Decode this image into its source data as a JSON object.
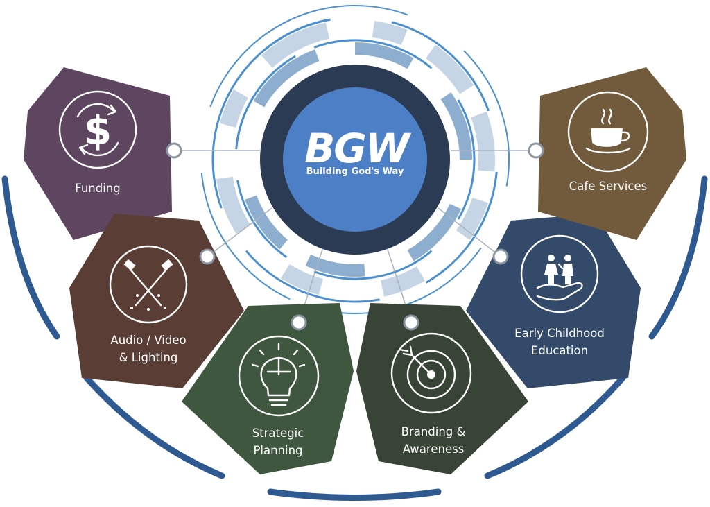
{
  "logo": {
    "text": "BGW",
    "tagline": "Building God's Way"
  },
  "nodes": [
    {
      "id": "funding",
      "label_lines": [
        "Funding"
      ],
      "color": "#5e4560",
      "icon": "dollar-cycle-icon"
    },
    {
      "id": "audio",
      "label_lines": [
        "Audio / Video",
        "& Lighting"
      ],
      "color": "#5a3d35",
      "icon": "spotlights-icon"
    },
    {
      "id": "strategic",
      "label_lines": [
        "Strategic",
        "Planning"
      ],
      "color": "#40573f",
      "icon": "lightbulb-puzzle-icon"
    },
    {
      "id": "branding",
      "label_lines": [
        "Branding &",
        "Awareness"
      ],
      "color": "#384536",
      "icon": "target-arrow-icon"
    },
    {
      "id": "early",
      "label_lines": [
        "Early Childhood",
        "Education"
      ],
      "color": "#334a6b",
      "icon": "children-hand-icon"
    },
    {
      "id": "cafe",
      "label_lines": [
        "Cafe Services"
      ],
      "color": "#725a3c",
      "icon": "coffee-cup-icon"
    }
  ],
  "colors": {
    "arc": "#2f5a91",
    "hub_ring": "#2b3b53",
    "hub_core": "#4d7fc6",
    "connector": "#a8b3bf",
    "deco_light": "#c6d5e6",
    "deco_mid": "#8eaed0",
    "deco_blue": "#4a8fd0"
  }
}
